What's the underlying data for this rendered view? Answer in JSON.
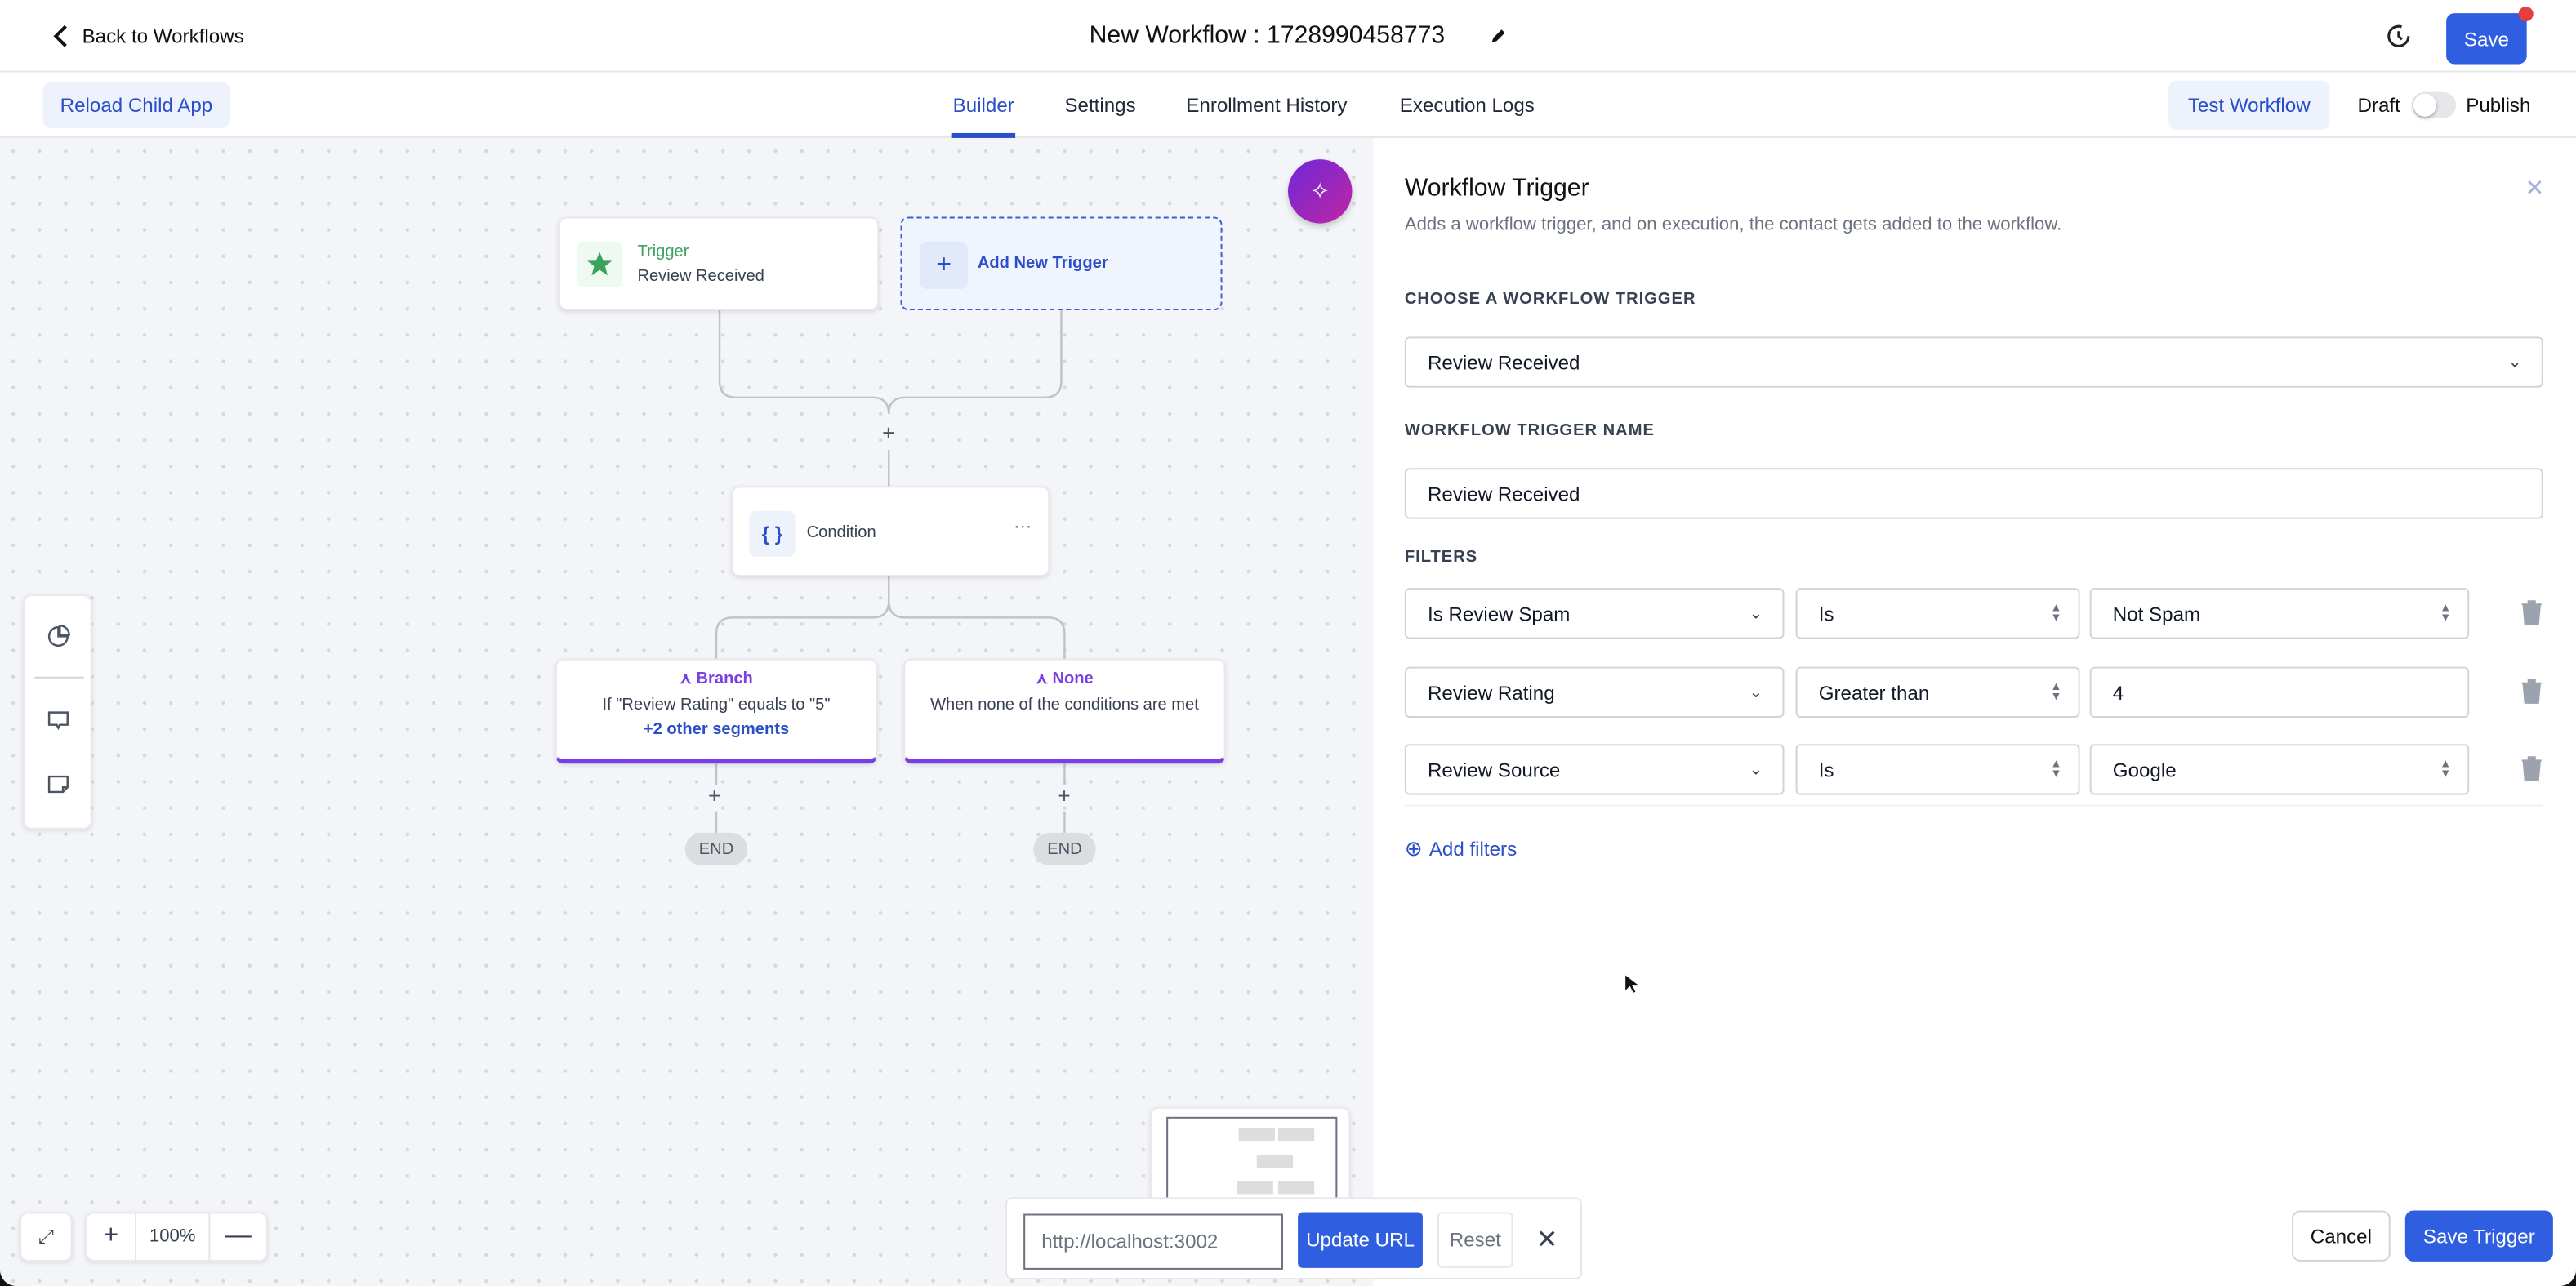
{
  "header": {
    "back_label": "Back to Workflows",
    "title": "New Workflow : 1728990458773",
    "save_label": "Save"
  },
  "subbar": {
    "reload_label": "Reload Child App",
    "tabs": [
      {
        "label": "Builder",
        "active": true
      },
      {
        "label": "Settings"
      },
      {
        "label": "Enrollment History"
      },
      {
        "label": "Execution Logs"
      }
    ],
    "test_label": "Test Workflow",
    "draft_label": "Draft",
    "publish_label": "Publish",
    "publish_toggle_on": false
  },
  "canvas": {
    "trigger": {
      "kicker": "Trigger",
      "name": "Review Received"
    },
    "add_trigger_label": "Add New Trigger",
    "condition_label": "Condition",
    "branch": {
      "title": "Branch",
      "desc": "If \"Review Rating\" equals to \"5\"",
      "more": "+2 other segments"
    },
    "none": {
      "title": "None",
      "desc": "When none of the conditions are met"
    },
    "end_label": "END",
    "zoom_level": "100%"
  },
  "urlbar": {
    "url_value": "http://localhost:3002",
    "update_label": "Update URL",
    "reset_label": "Reset"
  },
  "panel": {
    "title": "Workflow Trigger",
    "description": "Adds a workflow trigger, and on execution, the contact gets added to the workflow.",
    "choose_label": "CHOOSE A WORKFLOW TRIGGER",
    "choose_value": "Review Received",
    "name_label": "WORKFLOW TRIGGER NAME",
    "name_value": "Review Received",
    "filters_label": "FILTERS",
    "filters": [
      {
        "field": "Is Review Spam",
        "operator": "Is",
        "value": "Not Spam"
      },
      {
        "field": "Review Rating",
        "operator": "Greater than",
        "value": "4"
      },
      {
        "field": "Review Source",
        "operator": "Is",
        "value": "Google"
      }
    ],
    "add_filters_label": "Add filters",
    "cancel_label": "Cancel",
    "save_trigger_label": "Save Trigger"
  },
  "colors": {
    "primary": "#2f5fe0",
    "trigger_green": "#3aa35c",
    "branch_purple": "#7a3fe4",
    "notification_red": "#e53e3e"
  }
}
